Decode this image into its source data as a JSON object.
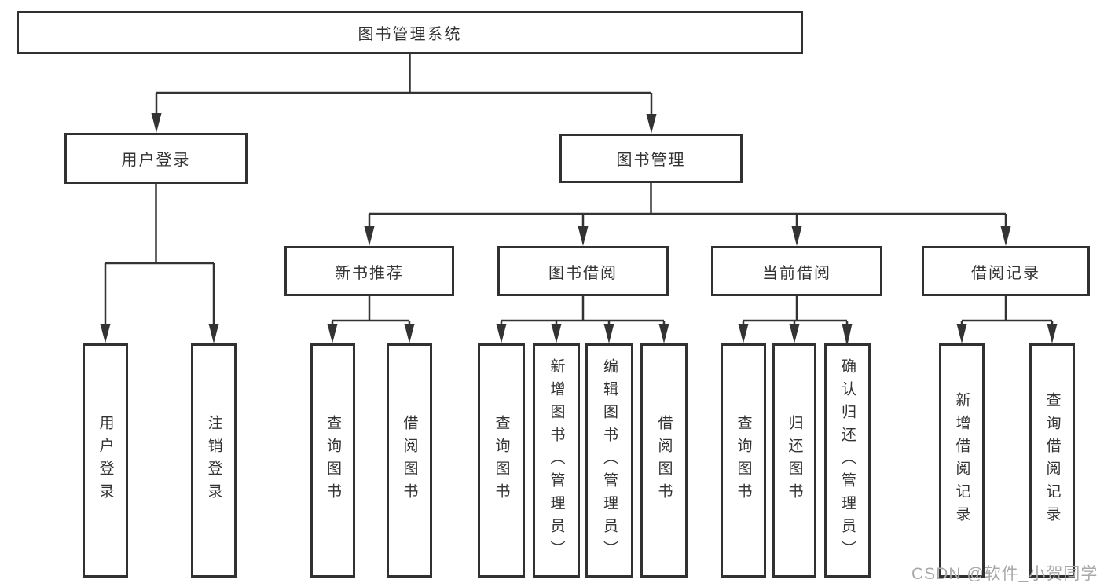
{
  "diagram": {
    "colors": {
      "line": "#333333",
      "box_border": "#313131",
      "box_bg": "#ffffff",
      "text": "#333333",
      "watermark": "#a8a8a8"
    },
    "watermark": {
      "text": "CSDN @软件_小贺同学"
    },
    "tree": {
      "label": "图书管理系统",
      "children": [
        {
          "label": "用户登录",
          "children": [
            {
              "label": "用户登录"
            },
            {
              "label": "注销登录"
            }
          ]
        },
        {
          "label": "图书管理",
          "children": [
            {
              "label": "新书推荐",
              "children": [
                {
                  "label": "查询图书"
                },
                {
                  "label": "借阅图书"
                }
              ]
            },
            {
              "label": "图书借阅",
              "children": [
                {
                  "label": "查询图书"
                },
                {
                  "label": "新增图书（管理员）"
                },
                {
                  "label": "编辑图书（管理员）"
                },
                {
                  "label": "借阅图书"
                }
              ]
            },
            {
              "label": "当前借阅",
              "children": [
                {
                  "label": "查询图书"
                },
                {
                  "label": "归还图书"
                },
                {
                  "label": "确认归还（管理员）"
                }
              ]
            },
            {
              "label": "借阅记录",
              "children": [
                {
                  "label": "新增借阅记录"
                },
                {
                  "label": "查询借阅记录"
                }
              ]
            }
          ]
        }
      ]
    }
  }
}
